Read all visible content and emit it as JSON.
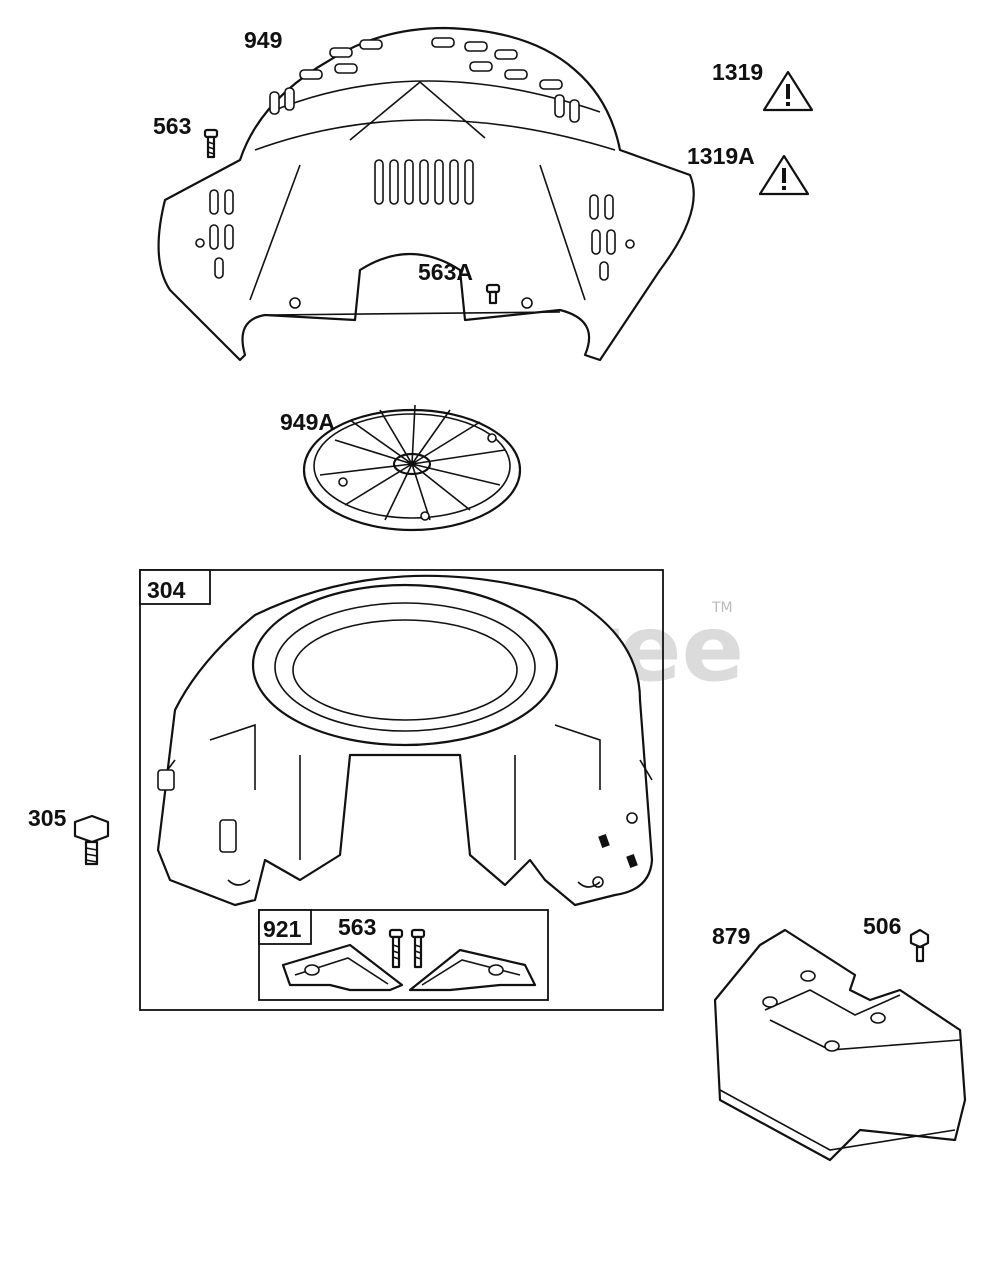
{
  "watermark": {
    "text": "PartsTree",
    "trademark": "TM"
  },
  "callouts": {
    "p949": "949",
    "p563_top": "563",
    "p1319": "1319",
    "p1319a": "1319A",
    "p563a": "563A",
    "p949a": "949A",
    "p304": "304",
    "p305": "305",
    "p921": "921",
    "p563_inner": "563",
    "p879": "879",
    "p506": "506"
  }
}
